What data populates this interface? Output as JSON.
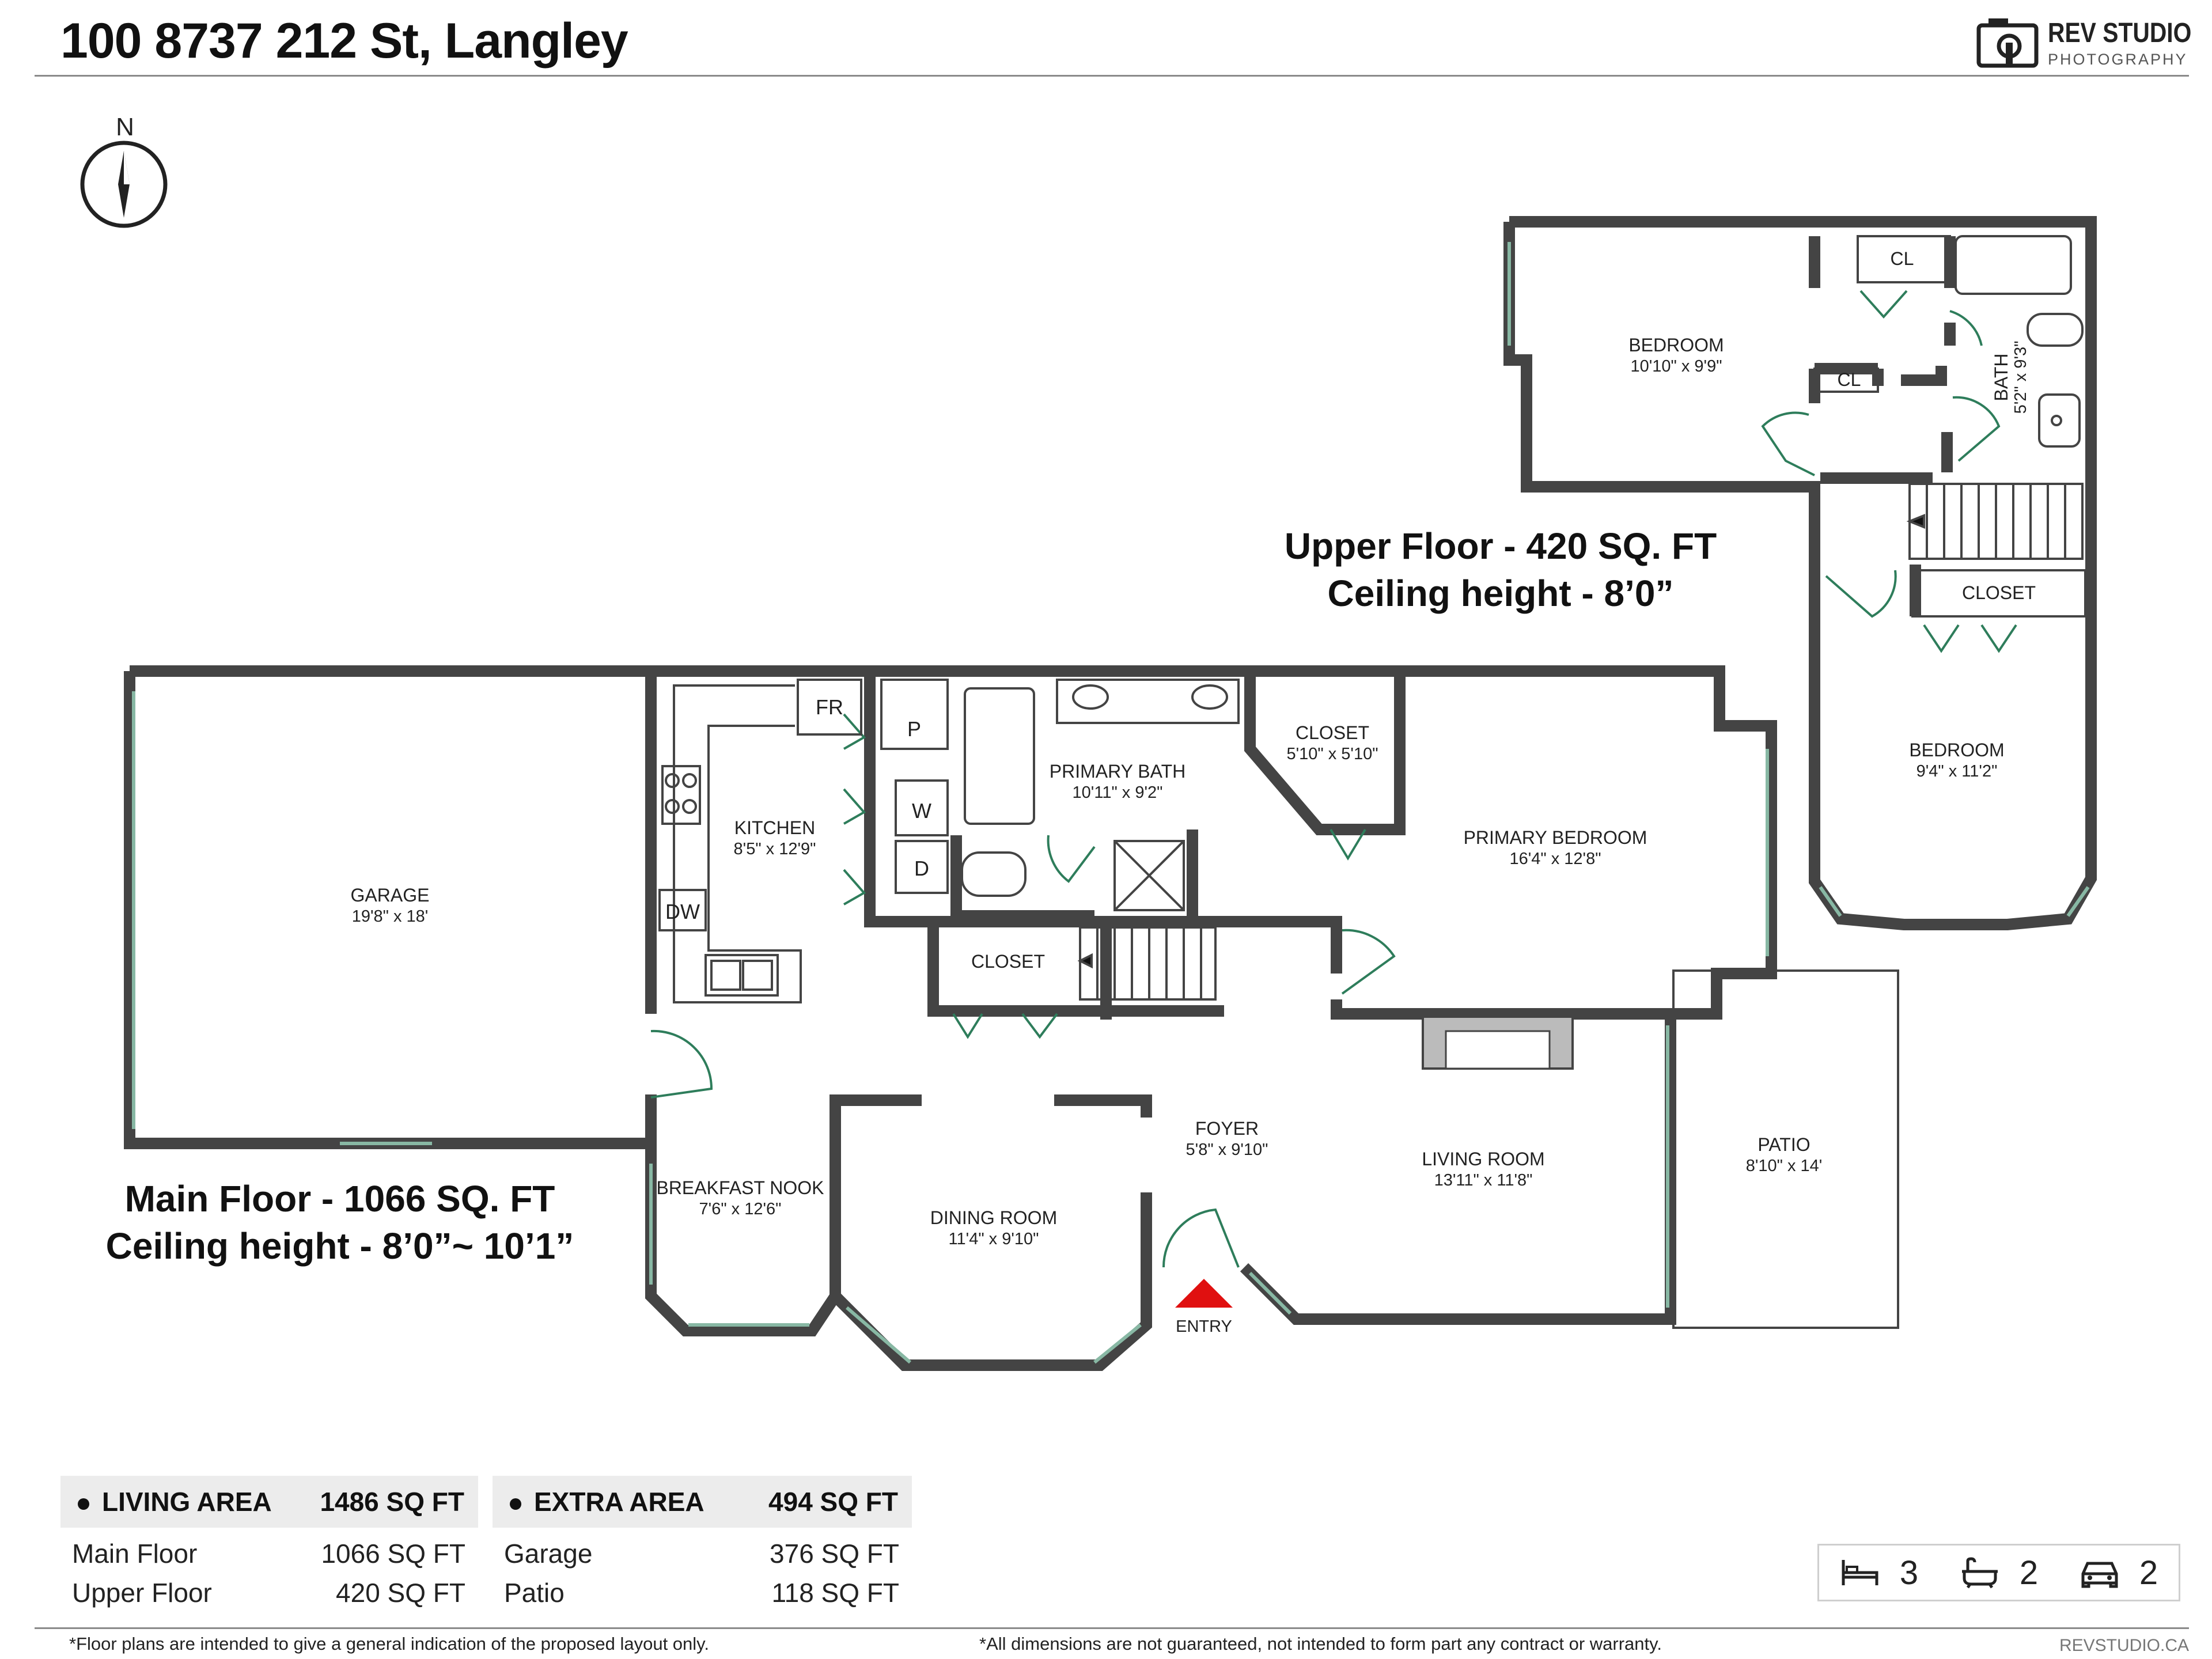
{
  "header": {
    "address": "100 8737 212 St, Langley",
    "logo_main": "REV STUDIO",
    "logo_sub": "PHOTOGRAPHY"
  },
  "compass": {
    "label": "N"
  },
  "upper_floor": {
    "title": "Upper Floor - 420 SQ. FT",
    "ceiling": "Ceiling height - 8’0”"
  },
  "main_floor": {
    "title": "Main Floor - 1066 SQ. FT",
    "ceiling": "Ceiling height - 8’0”~ 10’1”"
  },
  "rooms": {
    "bedroom_upper_1": {
      "name": "BEDROOM",
      "dim": "10'10\" x 9'9\""
    },
    "bedroom_upper_2": {
      "name": "BEDROOM",
      "dim": "9'4\" x 11'2\""
    },
    "bath_upper": {
      "name": "BATH",
      "dim": "5'2\" x 9'3\""
    },
    "closet_upper": {
      "name": "CLOSET"
    },
    "cl_1": {
      "name": "CL"
    },
    "cl_2": {
      "name": "CL"
    },
    "garage": {
      "name": "GARAGE",
      "dim": "19'8\" x 18'"
    },
    "kitchen": {
      "name": "KITCHEN",
      "dim": "8'5\" x 12'9\""
    },
    "primary_bath": {
      "name": "PRIMARY BATH",
      "dim": "10'11\" x 9'2\""
    },
    "closet_walkin": {
      "name": "CLOSET",
      "dim": "5'10\" x 5'10\""
    },
    "primary_bedroom": {
      "name": "PRIMARY BEDROOM",
      "dim": "16'4\" x 12'8\""
    },
    "closet_main": {
      "name": "CLOSET"
    },
    "foyer": {
      "name": "FOYER",
      "dim": "5'8\" x 9'10\""
    },
    "living_room": {
      "name": "LIVING ROOM",
      "dim": "13'11\" x 11'8\""
    },
    "dining_room": {
      "name": "DINING ROOM",
      "dim": "11'4\" x 9'10\""
    },
    "breakfast_nook": {
      "name": "BREAKFAST NOOK",
      "dim": "7'6\" x 12'6\""
    },
    "patio": {
      "name": "PATIO",
      "dim": "8'10\" x 14'"
    }
  },
  "fixtures": {
    "fridge": "FR",
    "pantry": "P",
    "washer": "W",
    "dryer": "D",
    "dishwasher": "DW"
  },
  "entry_label": "ENTRY",
  "living_area": {
    "title": "LIVING AREA",
    "total": "1486 SQ FT",
    "rows": [
      {
        "label": "Main Floor",
        "value": "1066 SQ FT"
      },
      {
        "label": "Upper Floor",
        "value": "420 SQ FT"
      }
    ]
  },
  "extra_area": {
    "title": "EXTRA AREA",
    "total": "494 SQ FT",
    "rows": [
      {
        "label": "Garage",
        "value": "376 SQ FT"
      },
      {
        "label": "Patio",
        "value": "118 SQ FT"
      }
    ]
  },
  "stats": {
    "bedrooms": "3",
    "bathrooms": "2",
    "parking": "2"
  },
  "footer": {
    "left": "*Floor plans are intended to give a general indication of the proposed layout only.",
    "right": "*All dimensions are not guaranteed, not intended to form part any contract or warranty.",
    "site": "REVSTUDIO.CA"
  },
  "colors": {
    "wall": "#444444",
    "window": "#88b8a4",
    "door": "#2e7d5b",
    "entry_marker": "#e01010"
  }
}
